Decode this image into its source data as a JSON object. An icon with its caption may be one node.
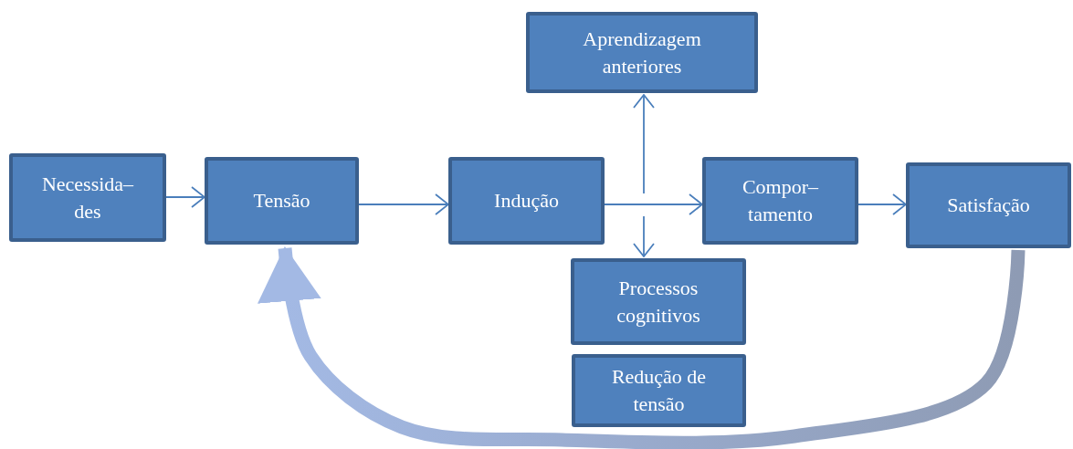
{
  "diagram": {
    "nodes": [
      {
        "text": [
          "Necessida– des"
        ]
      },
      {
        "text": [
          "Tensão"
        ]
      },
      {
        "text": [
          "Indução"
        ]
      },
      {
        "text": [
          "Aprendizagem anteriores"
        ]
      },
      {
        "text": [
          "Processos cognitivos"
        ]
      },
      {
        "text": [
          "Compor– tamento"
        ]
      },
      {
        "text": [
          "Satisfação"
        ]
      },
      {
        "text": [
          "Redução de tensão"
        ]
      }
    ],
    "edges": [
      {
        "from": 0,
        "to": 1,
        "arrow": "to"
      },
      {
        "from": 1,
        "to": 2,
        "arrow": "to"
      },
      {
        "from": 2,
        "to": 5,
        "arrow": "to"
      },
      {
        "from": null,
        "to": 3,
        "arrow": "to"
      },
      {
        "from": null,
        "to": 4,
        "arrow": "to"
      },
      {
        "from": 5,
        "to": 6,
        "arrow": "to"
      },
      {
        "from": 6,
        "to": 1,
        "arrow": "to",
        "style": "thick",
        "color": "#a3b9e4"
      }
    ]
  }
}
